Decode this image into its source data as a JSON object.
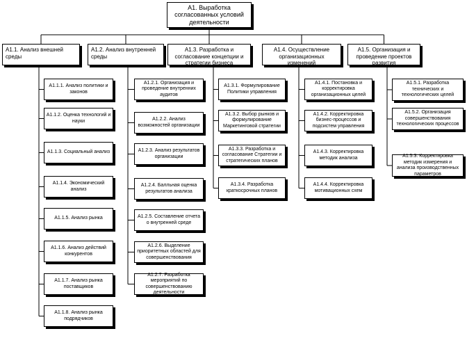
{
  "root": {
    "label": "А1. Выработка согласованных условий деятельности"
  },
  "branches": [
    {
      "label": "А1.1. Анализ внешней среды",
      "children": [
        "А1.1.1. Анализ политики и законов",
        "А1.1.2. Оценка технологий и науки",
        "А1.1.3. Социальный анализ",
        "А1.1.4. Экономический анализ",
        "А1.1.5. Анализ рынка",
        "А1.1.6. Анализ действий конкурентов",
        "А1.1.7. Анализ рынка поставщиков",
        "А1.1.8. Анализ рынка подрядчиков"
      ]
    },
    {
      "label": "А1.2. Анализ внутренней среды",
      "children": [
        "А1.2.1. Организация и проведение внутренних аудитов",
        "А1.2.2. Анализ возможностей организации",
        "А1.2.3. Анализ результатов организации",
        "А1.2.4. Балльная оценка результатов анализа",
        "А1.2.5. Составление отчета о внутренней среде",
        "А1.2.6. Выделение приоритетных областей для совершенствования",
        "А1.2.7. Разработка мероприятий по совершенствованию деятельности"
      ]
    },
    {
      "label": "А1.3. Разработка и согласование концепции и стратегии бизнеса",
      "children": [
        "А1.3.1. Формулирование Политики управления",
        "А1.3.2. Выбор рынков и формулирование Маркетинговой стратегии",
        "А1.3.3. Разработка и согласование Стратегии и стратегических планов",
        "А1.3.4. Разработка краткосрочных планов"
      ]
    },
    {
      "label": "А1.4. Осуществление организационных изменений",
      "children": [
        "А1.4.1. Постановка и корректировка организационных целей",
        "А1.4.2. Корректировка бизнес-процессов и подсистем управления",
        "А1.4.3. Корректировка методик анализа",
        "А1.4.4. Корректировка мотивационных схем"
      ]
    },
    {
      "label": "А1.5. Организация и проведение проектов развития",
      "children": [
        "А1.5.1. Разработка технических и технологических целей",
        "А1.5.2. Организация совершенствования технологических процессов",
        "А1.5.3. Корректировка методик измерения и анализа производственных параметров"
      ]
    }
  ]
}
